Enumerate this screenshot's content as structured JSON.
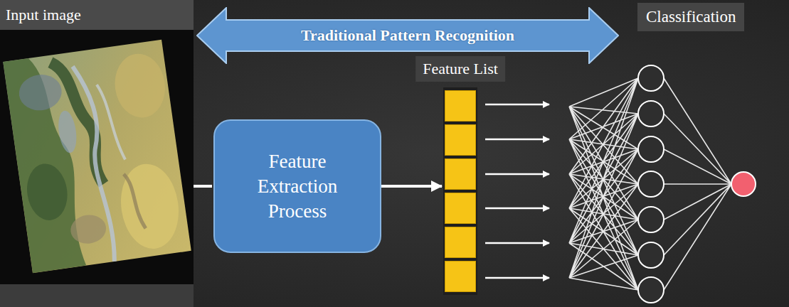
{
  "diagram": {
    "nodes": [
      {
        "text": [
          "Input image"
        ]
      },
      {
        "text": [
          "Traditional Pattern Recognition"
        ]
      },
      {
        "text": [
          "Classification"
        ]
      },
      {
        "text": [
          "Feature List"
        ]
      },
      {
        "text": [
          "Feature Extraction Process"
        ]
      }
    ],
    "edges": [
      {
        "from": 0,
        "to": 4,
        "arrow": "none"
      },
      {
        "from": 4,
        "to": 3,
        "arrow": "to"
      }
    ]
  }
}
